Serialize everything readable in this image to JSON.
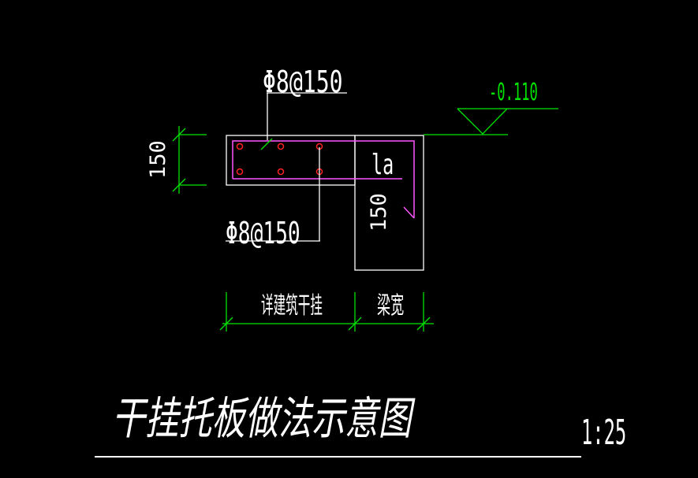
{
  "colors": {
    "background": "#000000",
    "line_white": "#ffffff",
    "dimension_green": "#00e500",
    "rebar_magenta": "#ff55ff",
    "rebar_red": "#ff2222"
  },
  "labels": {
    "top_rebar": "Φ8@150",
    "bottom_rebar": "Φ8@150",
    "elevation": "-0.110",
    "slab_thickness": "150",
    "anchorage": "la",
    "beam_embed_depth": "150",
    "span_left": "详建筑干挂",
    "span_right": "梁宽"
  },
  "title": {
    "text": "干挂托板做法示意图",
    "scale": "1:25"
  }
}
